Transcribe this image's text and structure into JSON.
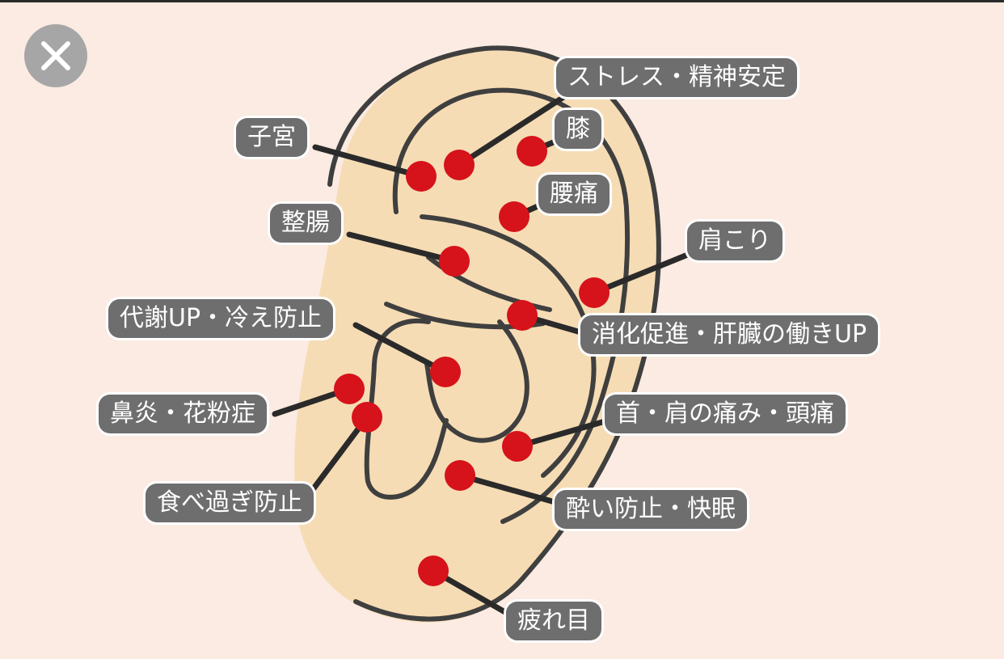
{
  "colors": {
    "background": "#fbebe2",
    "ear_fill": "#f6dcb4",
    "ear_outline": "#3f3f3f",
    "point": "#d6121b",
    "label_bg": "#6e6e6e",
    "label_text": "#ffffff",
    "close_button": "#a6a6a6"
  },
  "close_button": {
    "icon": "close-icon"
  },
  "points": [
    {
      "id": "stress",
      "label": "ストレス・精神安定"
    },
    {
      "id": "knee",
      "label": "膝"
    },
    {
      "id": "uterus",
      "label": "子宮"
    },
    {
      "id": "backpain",
      "label": "腰痛"
    },
    {
      "id": "intestine",
      "label": "整腸"
    },
    {
      "id": "shoulder",
      "label": "肩こり"
    },
    {
      "id": "metabolism",
      "label": "代謝UP・冷え防止"
    },
    {
      "id": "digestion",
      "label": "消化促進・肝臓の働きUP"
    },
    {
      "id": "nose",
      "label": "鼻炎・花粉症"
    },
    {
      "id": "neck",
      "label": "首・肩の痛み・頭痛"
    },
    {
      "id": "overeating",
      "label": "食べ過ぎ防止"
    },
    {
      "id": "sickness",
      "label": "酔い防止・快眠"
    },
    {
      "id": "eyes",
      "label": "疲れ目"
    }
  ]
}
